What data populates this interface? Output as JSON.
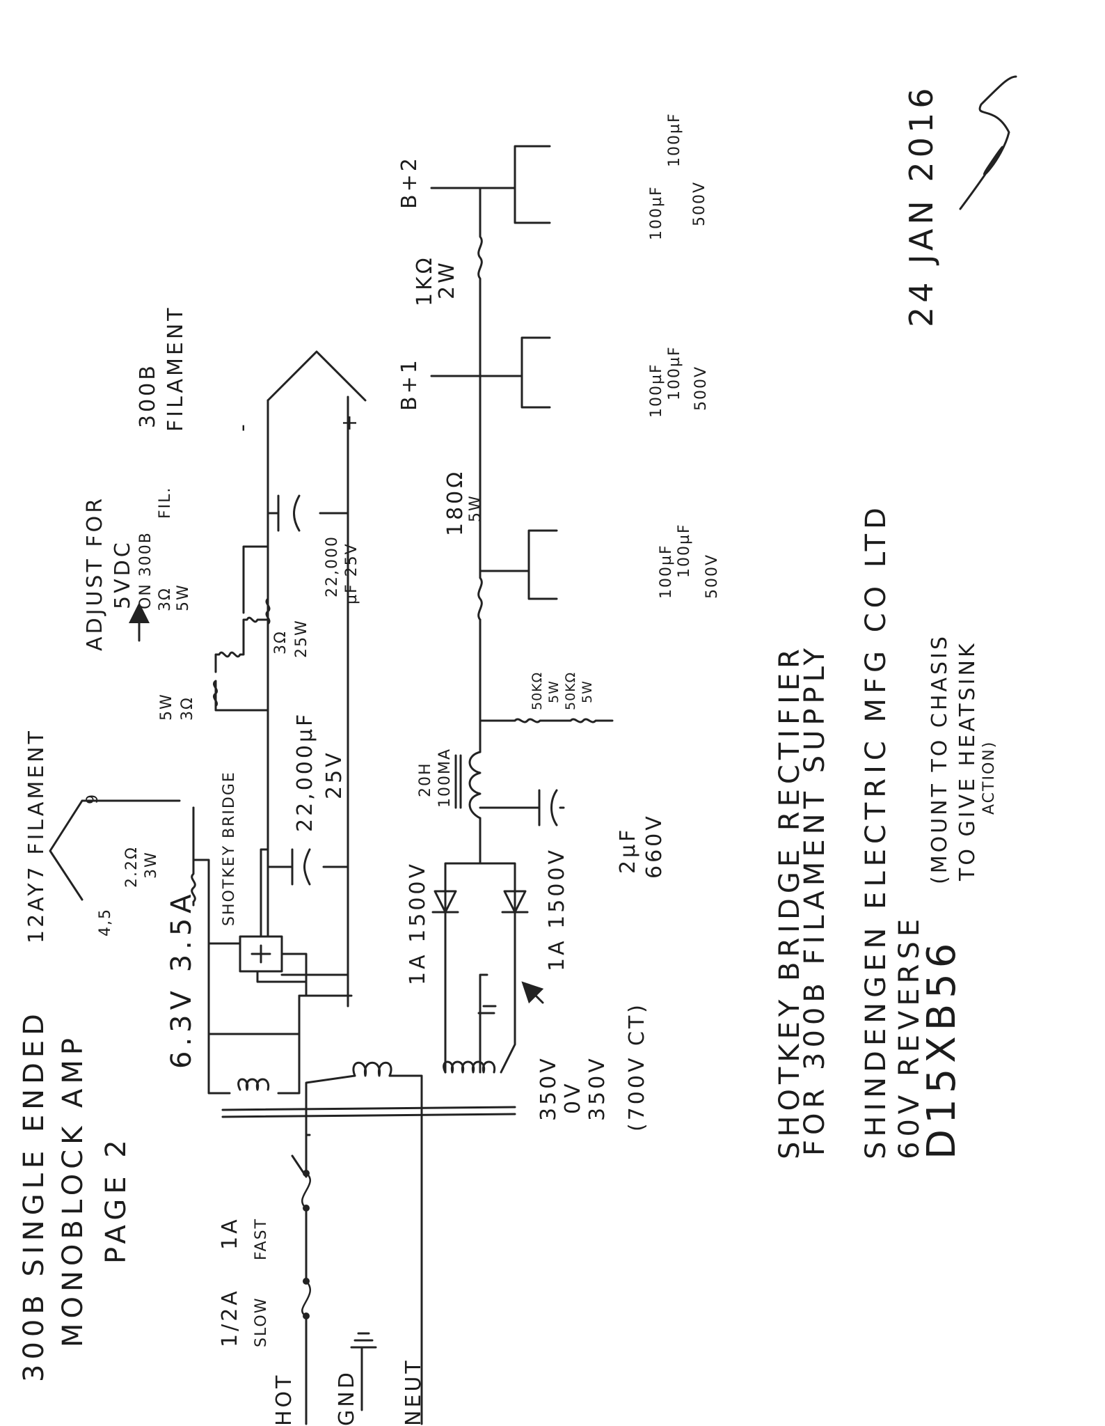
{
  "header": {
    "line1": "300B SINGLE ENDED",
    "line2": "MONOBLOCK AMP",
    "line3": "PAGE 2"
  },
  "mains": {
    "hot": "HOT",
    "gnd": "GND",
    "neut": "NEUT",
    "fuse1": "1/2A",
    "fuse1_type": "SLOW",
    "fuse2": "1A",
    "fuse2_type": "FAST"
  },
  "secondaries": {
    "hv_labels": [
      "350V",
      "0V",
      "350V",
      "(700V CT)"
    ],
    "lv_label": "6.3V 3.5A"
  },
  "rectifier": {
    "diode1": "1A 1500V",
    "diode2": "1A 1500V",
    "bridge": "SHOTKEY BRIDGE"
  },
  "filament_12ay7": {
    "title": "12AY7 FILAMENT",
    "pin_a": "4,5",
    "pin_b": "9",
    "res_value": "2.2Ω",
    "res_power": "3W"
  },
  "filament_300b": {
    "title_l1": "300B",
    "title_l2": "FILAMENT",
    "adjust_l1": "ADJUST FOR",
    "adjust_l2": "5VDC",
    "adjust_l3": "ON 300B",
    "adjust_l4": "FIL.",
    "r1_power": "5W",
    "r1_value": "3Ω",
    "r2_value": "3Ω",
    "r2_power": "5W",
    "r3_value": "3Ω",
    "r3_power": "25W",
    "c1_value": "22,000µF",
    "c1_voltage": "25V",
    "c2_value": "22,000",
    "c2_value2": "µF 25V",
    "minus": "-",
    "plus": "+"
  },
  "hv_supply": {
    "choke_value": "20H",
    "choke_current": "100MA",
    "cap1_value": "2µF",
    "cap1_voltage": "660V",
    "bleed1": "50KΩ",
    "bleed1_power": "5W",
    "bleed2": "50KΩ",
    "bleed2_power": "5W",
    "cap2_l1": "100µF",
    "cap2_l2": "100µF",
    "cap2_l3": "500V",
    "r180_value": "180Ω",
    "r180_power": "5W",
    "b1": "B+1",
    "cap3_l1": "100µF",
    "cap3_l2": "100µF",
    "cap3_l3": "500V",
    "r1k_value": "1KΩ",
    "r1k_power": "2W",
    "b2": "B+2",
    "cap4_l1": "100µF",
    "cap4_l2": "100µF",
    "cap4_l3": "500V"
  },
  "notes": {
    "l1": "SHOTKEY BRIDGE RECTIFIER",
    "l2": "FOR 300B FILAMENT SUPPLY",
    "l3": "SHINDENGEN ELECTRIC MFG CO LTD",
    "l4": "60V REVERSE",
    "l5": "D15XB56",
    "mount_l1": "(MOUNT TO CHASIS",
    "mount_l2": "TO GIVE HEATSINK",
    "mount_l3": "ACTION)"
  },
  "date": "24 JAN 2016"
}
